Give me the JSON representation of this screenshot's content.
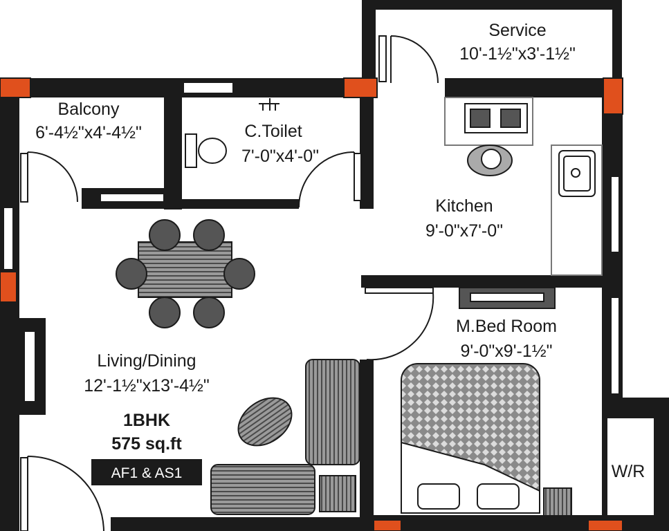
{
  "colors": {
    "wall": "#1b1b1b",
    "column": "#e0501d",
    "furniture": "#555555",
    "background": "#ffffff",
    "badge_bg": "#1b1b1b",
    "badge_text": "#ffffff"
  },
  "rooms": {
    "service": {
      "name": "Service",
      "dims": "10'-1½\"x3'-1½\""
    },
    "balcony": {
      "name": "Balcony",
      "dims": "6'-4½\"x4'-4½\""
    },
    "toilet": {
      "name": "C.Toilet",
      "dims": "7'-0\"x4'-0\""
    },
    "kitchen": {
      "name": "Kitchen",
      "dims": "9'-0\"x7'-0\""
    },
    "living": {
      "name": "Living/Dining",
      "dims": "12'-1½\"x13'-4½\""
    },
    "bedroom": {
      "name": "M.Bed Room",
      "dims": "9'-0\"x9'-1½\""
    },
    "wardrobe": {
      "name": "W/R"
    }
  },
  "summary": {
    "type": "1BHK",
    "area": "575 sq.ft",
    "unit_code": "AF1 & AS1"
  }
}
